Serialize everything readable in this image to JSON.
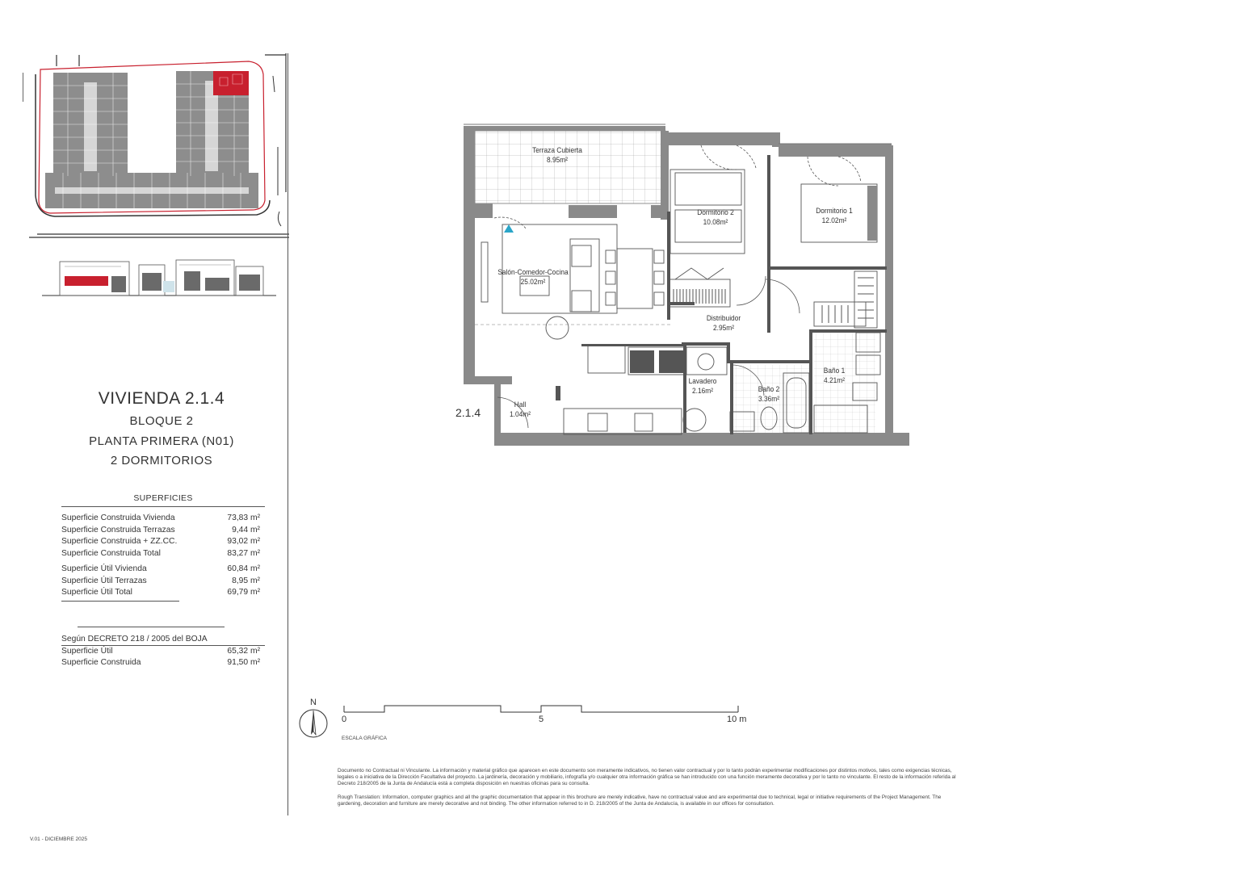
{
  "title": {
    "vivienda": "VIVIENDA 2.1.4",
    "bloque": "BLOQUE 2",
    "planta": "PLANTA PRIMERA (N01)",
    "dormitorios": "2 DORMITORIOS"
  },
  "superficies": {
    "heading": "SUPERFICIES",
    "construidas": [
      {
        "label": "Superficie Construida Vivienda",
        "value": "73,83 m²"
      },
      {
        "label": "Superficie Construida Terrazas",
        "value": "9,44 m²"
      },
      {
        "label": "Superficie Construida + ZZ.CC.",
        "value": "93,02 m²"
      },
      {
        "label": "Superficie Construida Total",
        "value": "83,27 m²"
      }
    ],
    "utiles": [
      {
        "label": "Superficie Útil Vivienda",
        "value": "60,84 m²"
      },
      {
        "label": "Superficie Útil Terrazas",
        "value": "8,95 m²"
      },
      {
        "label": "Superficie Útil Total",
        "value": "69,79 m²"
      }
    ]
  },
  "decreto": {
    "heading": "Según DECRETO 218 / 2005 del BOJA",
    "rows": [
      {
        "label": "Superficie Útil",
        "value": "65,32 m²"
      },
      {
        "label": "Superficie Construida",
        "value": "91,50 m²"
      }
    ]
  },
  "rooms": [
    {
      "name": "Terraza Cubierta",
      "area": "8.95m²"
    },
    {
      "name": "Dormitorio 2",
      "area": "10.08m²"
    },
    {
      "name": "Dormitorio 1",
      "area": "12.02m²"
    },
    {
      "name": "Salón-Comedor-Cocina",
      "area": "25.02m²"
    },
    {
      "name": "Distribuidor",
      "area": "2.95m²"
    },
    {
      "name": "Lavadero",
      "area": "2.16m²"
    },
    {
      "name": "Baño 2",
      "area": "3.36m²"
    },
    {
      "name": "Baño 1",
      "area": "4.21m²"
    },
    {
      "name": "Hall",
      "area": "1.04m²"
    }
  ],
  "unit_id": "2.1.4",
  "north_label": "N",
  "scale": {
    "ticks": [
      "0",
      "5",
      "10 m"
    ],
    "caption": "ESCALA GRÁFICA"
  },
  "disclaimer": {
    "es": "Documento no Contractual ni Vinculante. La información y material gráfico que aparecen en este documento son meramente indicativos, no tienen valor contractual y por lo tanto podrán experimentar modificaciones por distintos motivos, tales como exigencias técnicas, legales o a iniciativa de la Dirección Facultativa del proyecto. La jardinería, decoración y mobiliario, infografía y/o cualquier otra información gráfica se han introducido con una función meramente decorativa y por lo tanto no vinculante. El resto de la información referida al Decreto 218/2005 de la Junta de Andalucía está a completa disposición en nuestras oficinas para su consulta.",
    "en": "Rough Translation: Information, computer graphics and all the graphic documentation that appear in this brochure are merely indicative, have no contractual value and are experimental due to technical, legal or initiative requirements of the Project Management. The gardening, decoration and furniture are merely decorative and not binding. The other information referred to in D. 218/2005 of the Junta de Andalucía, is available in our offices for consultation."
  },
  "version": "V.01 - DICIEMBRE 2025",
  "colors": {
    "highlight": "#c8202e",
    "wall": "#8a8a8a",
    "line": "#555555",
    "accent": "#2aa5c8"
  }
}
